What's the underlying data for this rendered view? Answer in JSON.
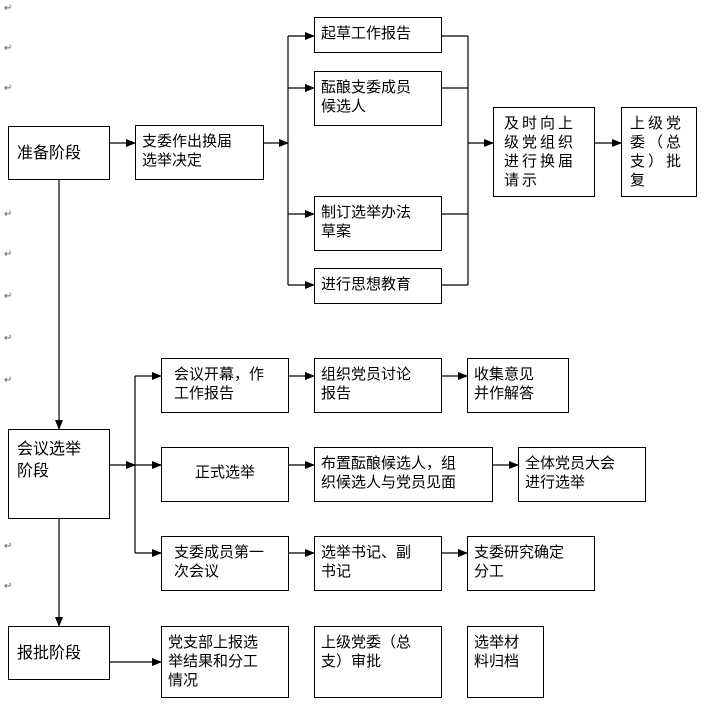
{
  "nodes": {
    "prep_stage": "准备阶段",
    "committee_decide": "支委作出换届\n选举决定",
    "draft_report": "起草工作报告",
    "deliberate_candidates": "酝酿支委成员\n候选人",
    "draft_method": "制订选举办法\n草案",
    "thought_education": "进行思想教育",
    "timely_request": "及时向上\n级党组织\n进行换届\n请示",
    "superior_approval": "上级党\n委（总\n支）批\n复",
    "meeting_stage": "会议选举\n阶段",
    "meeting_open": "会议开幕，作\n工作报告",
    "organize_discussion": "组织党员讨论\n报告",
    "collect_opinions": "收集意见\n并作解答",
    "formal_election": "正式选举",
    "arrange_candidates": "布置酝酿候选人，组\n织候选人与党员见面",
    "general_assembly": "全体党员大会\n进行选举",
    "first_meeting": "支委成员第一\n次会议",
    "elect_secretary": "选举书记、副\n书记",
    "assign_work": "支委研究确定\n分工",
    "report_stage": "报批阶段",
    "branch_report": "党支部上报选\n举结果和分工\n情况",
    "superior_review": "上级党委（总\n支）审批",
    "archive": "选举材\n料归档"
  },
  "paragraph_mark": "↵"
}
